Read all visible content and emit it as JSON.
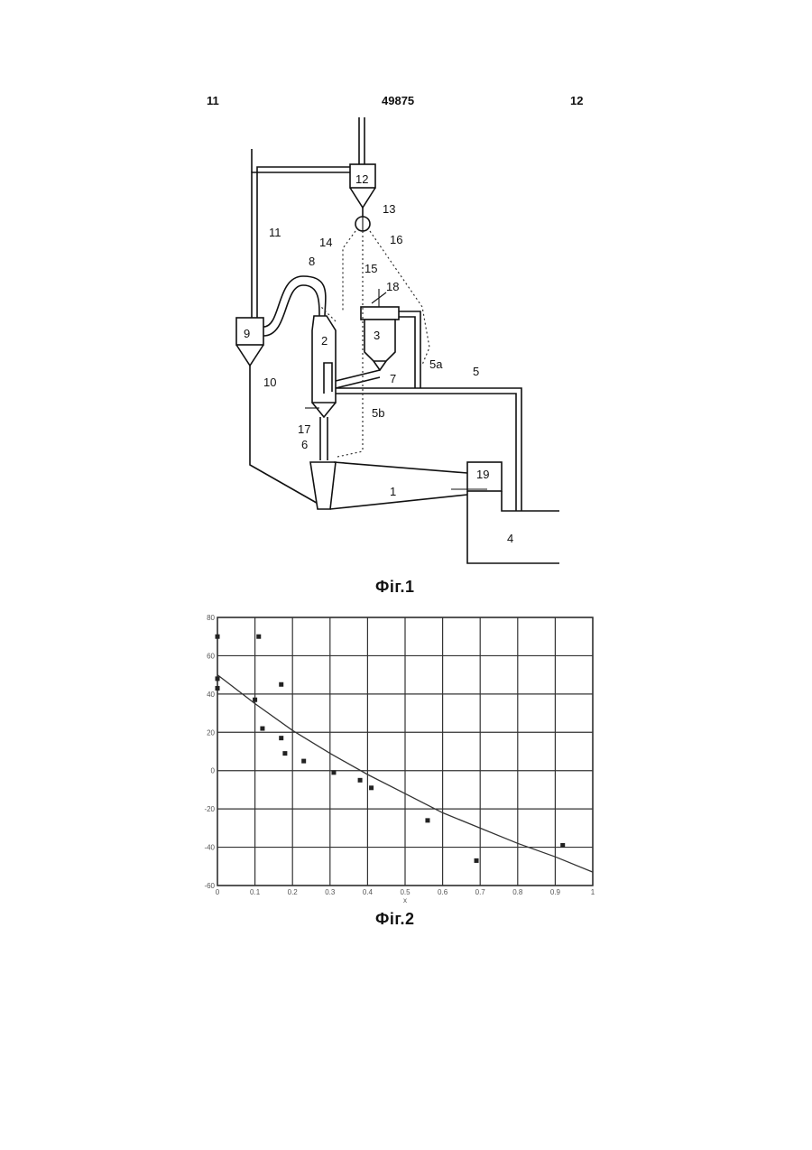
{
  "header": {
    "page_left": "11",
    "doc_number": "49875",
    "page_right": "12"
  },
  "figure1": {
    "caption": "Фіг.1",
    "labels": {
      "n1": "1",
      "n2": "2",
      "n3": "3",
      "n4": "4",
      "n5": "5",
      "n5a": "5a",
      "n5b": "5b",
      "n6": "6",
      "n7": "7",
      "n8": "8",
      "n9": "9",
      "n10": "10",
      "n11": "11",
      "n12": "12",
      "n13": "13",
      "n14": "14",
      "n15": "15",
      "n16": "16",
      "n17": "17",
      "n18": "18",
      "n19": "19"
    }
  },
  "figure2": {
    "caption": "Фіг.2",
    "chart_data": {
      "type": "scatter",
      "xlabel": "x",
      "ylabel": "",
      "xlim": [
        0,
        1
      ],
      "ylim": [
        -60,
        80
      ],
      "x_ticks": [
        "0",
        "0.1",
        "0.2",
        "0.3",
        "0.4",
        "0.5",
        "0.6",
        "0.7",
        "0.8",
        "0.9",
        "1"
      ],
      "y_ticks": [
        "80",
        "60",
        "40",
        "20",
        "0",
        "-20",
        "-40",
        "-60"
      ],
      "grid": true,
      "points": [
        {
          "x": 0.0,
          "y": 70
        },
        {
          "x": 0.0,
          "y": 48
        },
        {
          "x": 0.0,
          "y": 43
        },
        {
          "x": 0.11,
          "y": 70
        },
        {
          "x": 0.1,
          "y": 37
        },
        {
          "x": 0.12,
          "y": 22
        },
        {
          "x": 0.17,
          "y": 45
        },
        {
          "x": 0.17,
          "y": 17
        },
        {
          "x": 0.18,
          "y": 9
        },
        {
          "x": 0.23,
          "y": 5
        },
        {
          "x": 0.31,
          "y": -1
        },
        {
          "x": 0.38,
          "y": -5
        },
        {
          "x": 0.41,
          "y": -9
        },
        {
          "x": 0.56,
          "y": -26
        },
        {
          "x": 0.69,
          "y": -47
        },
        {
          "x": 0.92,
          "y": -39
        }
      ],
      "fit_curve": {
        "x": [
          0,
          0.1,
          0.2,
          0.3,
          0.4,
          0.5,
          0.6,
          0.7,
          0.8,
          0.9,
          1.0
        ],
        "y": [
          50,
          35,
          21,
          9,
          -2,
          -12,
          -22,
          -30,
          -38,
          -45,
          -53
        ]
      }
    }
  }
}
